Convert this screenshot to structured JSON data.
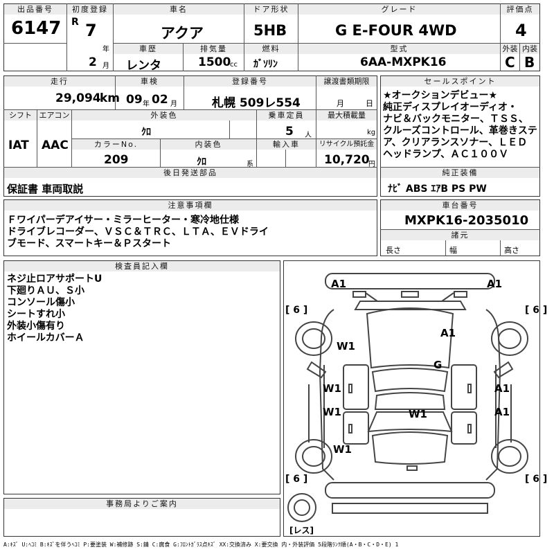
{
  "header": {
    "lot_label": "出品番号",
    "lot_number": "6147",
    "first_reg_label": "初度登録",
    "era": "R",
    "year": "7",
    "year_unit": "年",
    "month": "2",
    "month_unit": "月",
    "car_name_label": "車名",
    "car_name": "アクア",
    "door_label": "ドア形状",
    "door": "5HB",
    "grade_label": "グレード",
    "grade": "G E-FOUR 4WD",
    "score_label": "評価点",
    "score": "4",
    "history_label": "車歴",
    "history": "レンタ",
    "displacement_label": "排気量",
    "displacement": "1500",
    "displacement_unit": "cc",
    "fuel_label": "燃料",
    "fuel": "ｶﾞｿﾘﾝ",
    "model_label": "型式",
    "model": "6AA-MXPK16",
    "ext_label": "外装",
    "ext_grade": "C",
    "int_label": "内装",
    "int_grade": "B"
  },
  "row2": {
    "mileage_label": "走行",
    "mileage": "29,094",
    "mileage_unit": "km",
    "inspection_label": "車検",
    "insp_year": "09",
    "insp_year_unit": "年",
    "insp_month": "02",
    "insp_month_unit": "月",
    "plate_label": "登録番号",
    "plate": "札幌 509レ554",
    "transfer_label": "譲渡書類期限",
    "transfer_month_unit": "月",
    "transfer_day_unit": "日",
    "shift_label": "シフト",
    "shift": "IAT",
    "ac_label": "エアコン",
    "ac": "AAC",
    "color_label": "外装色",
    "color": "ｸﾛ",
    "capacity_label": "乗車定員",
    "capacity": "5",
    "capacity_unit": "人",
    "load_label": "最大積載量",
    "load_unit": "kg",
    "color_no_label": "カラーNo.",
    "color_no": "209",
    "int_color_label": "内装色",
    "int_color": "ｸﾛ",
    "int_color_suffix": "系",
    "import_label": "輸入車",
    "recycle_label": "リサイクル預託金",
    "recycle": "10,720",
    "recycle_unit": "円",
    "later_label": "後日発送部品",
    "later": "保証書 車両取説"
  },
  "sales": {
    "label": "セールスポイント",
    "lines": [
      "★オークションデビュー★",
      "純正ディスプレイオーディオ・",
      "ナビ＆バックモニター、ＴＳＳ、",
      "クルーズコントロール、革巻きステ",
      "ア、クリアランスソナー、ＬＥＤ",
      "ヘッドランプ、ＡＣ１００Ｖ"
    ],
    "equip_label": "純正装備",
    "equip": "ﾅﾋﾞ ABS ｴｱB PS PW"
  },
  "notes": {
    "label": "注意事項欄",
    "lines": [
      "Ｆワイパーデアイサー・ミラーヒーター・寒冷地仕様",
      "ドライブレコーダー、ＶＳＣ＆ＴＲＣ、ＬＴＡ、ＥＶドライ",
      "ブモード、スマートキー＆Ｐスタート"
    ]
  },
  "chassis": {
    "label": "車台番号",
    "number": "MXPK16-2035010",
    "dims_label": "諸元",
    "length_label": "長さ",
    "width_label": "幅",
    "height_label": "高さ"
  },
  "inspector": {
    "label": "検査員記入欄",
    "lines": [
      "ネジ止ロアサポートU",
      "下廻りＡＵ、Ｓ小",
      "コンソール傷小",
      "シートすれ小",
      "外装小傷有り",
      "ホイールカバーＡ"
    ]
  },
  "office": {
    "label": "事務局よりご案内"
  },
  "car_map": {
    "labels": [
      "A1",
      "A1",
      "A1",
      "W1",
      "G",
      "W1",
      "A1",
      "W1",
      "W1",
      "A1",
      "W1"
    ],
    "tires": [
      "[ 6 ]",
      "[ 6 ]",
      "[ 6 ]",
      "[ 6 ]"
    ],
    "spare": "[レス]"
  },
  "legend": "A:ｷｽﾞ U:ﾍｺﾐ B:ｷｽﾞを伴うﾍｺﾐ P:要塗装 W:補修跡 S:錆 C:腐食 G:ﾌﾛﾝﾄｶﾞﾗｽ点ｷｽﾞ XX:交換済み X:要交換  内・外装評価 5段階ﾗﾝｸ順(A・B・C・D・E) 1"
}
